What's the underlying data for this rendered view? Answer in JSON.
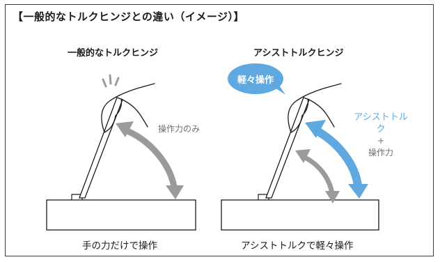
{
  "title": "【一般的なトルクヒンジとの違い（イメージ）】",
  "left": {
    "heading": "一般的なトルクヒンジ",
    "arrow_label": "操作力のみ",
    "caption": "手の力だけで操作"
  },
  "right": {
    "heading": "アシストトルクヒンジ",
    "bubble": "軽々操作",
    "assist_label": "アシストトルク",
    "plus": "+",
    "force_label": "操作力",
    "caption": "アシストトルクで軽々操作"
  },
  "colors": {
    "assist_arrow": "#5fa9e0",
    "force_arrow": "#9a9a9a",
    "outline": "#1a1a1a"
  }
}
